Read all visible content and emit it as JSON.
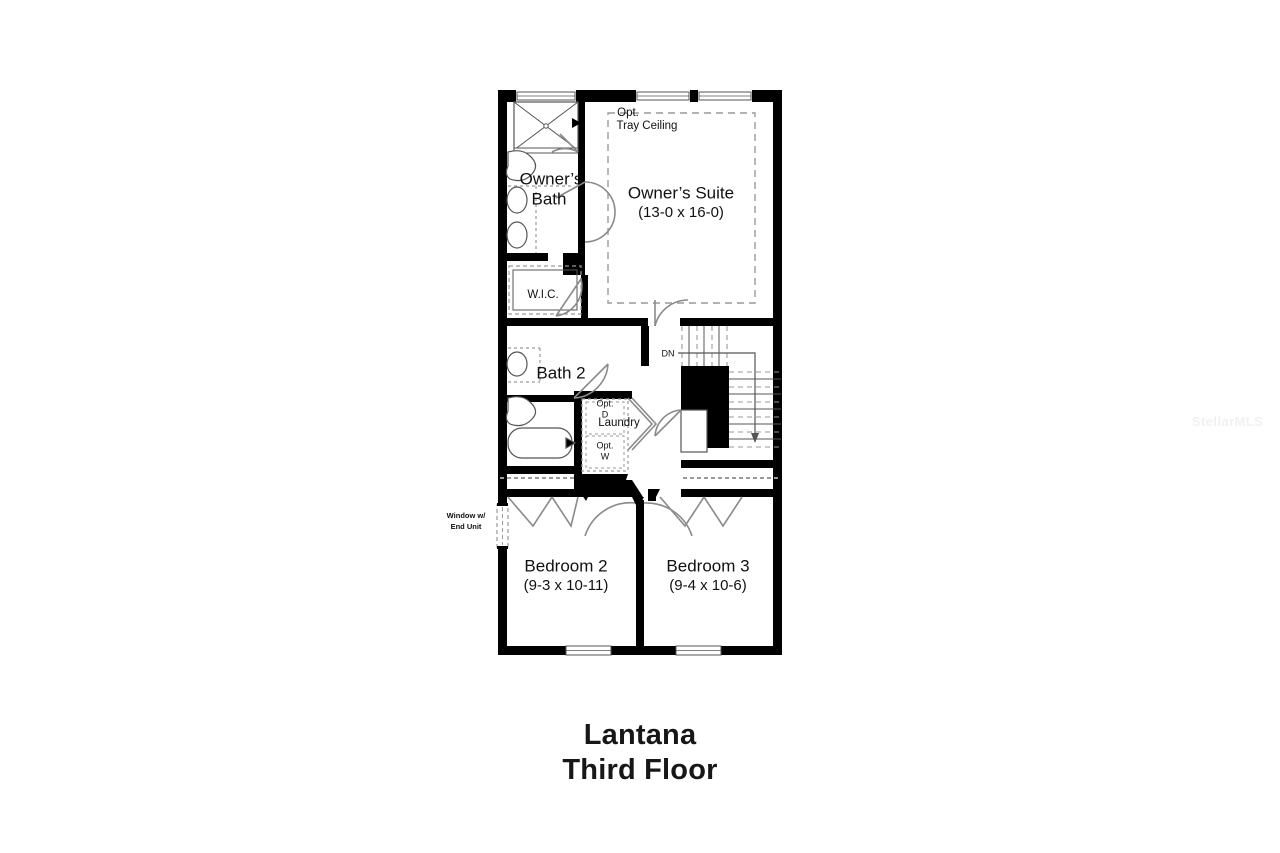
{
  "document": {
    "title": "Lantana",
    "subtitle": "Third Floor",
    "watermark": "StellarMLS"
  },
  "plan": {
    "rooms": [
      {
        "id": "owners_suite",
        "name": "Owner’s Suite",
        "dimensions": "(13-0 x 16-0)"
      },
      {
        "id": "owners_bath",
        "name_line1": "Owner’s",
        "name_line2": "Bath"
      },
      {
        "id": "wic",
        "name": "W.I.C."
      },
      {
        "id": "bath2",
        "name": "Bath 2"
      },
      {
        "id": "bedroom2",
        "name": "Bedroom 2",
        "dimensions": "(9-3 x 10-11)"
      },
      {
        "id": "bedroom3",
        "name": "Bedroom 3",
        "dimensions": "(9-4 x 10-6)"
      }
    ],
    "annotations": {
      "tray_ceiling_line1": "Opt.",
      "tray_ceiling_line2": "Tray Ceiling",
      "laundry": "Laundry",
      "opt_dryer_line1": "Opt.",
      "opt_dryer_line2": "D",
      "opt_washer_line1": "Opt.",
      "opt_washer_line2": "W",
      "stair_direction": "DN",
      "end_unit_window_line1": "Window w/",
      "end_unit_window_line2": "End Unit"
    },
    "colors": {
      "wall": "#000000",
      "fixture_outline": "#555555",
      "door_swing": "#8a8a8a",
      "dashed_guide": "#9a9a9a",
      "background": "#ffffff",
      "text": "#111111",
      "watermark": "#f1f1f1"
    }
  }
}
